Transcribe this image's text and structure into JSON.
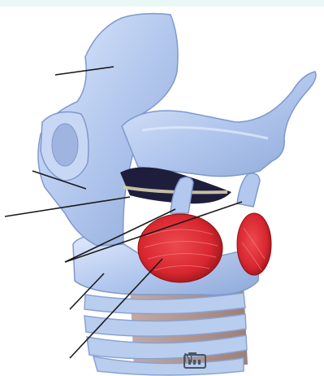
{
  "figure": {
    "subject": "larynx-lateral-view",
    "label_count": 7,
    "colors": {
      "cartilage": "#aec4ea",
      "cartilage_shadow": "#7f99cc",
      "cartilage_highlight": "#dfe9fb",
      "muscle": "#d8262f",
      "muscle_dark": "#8e1115",
      "trachea_mucosa": "#b79a94",
      "leader_line": "#1a1a1a",
      "top_band": "#eaf7f7"
    }
  },
  "watermark": {
    "icon": "camera-badge-icon",
    "text": "N"
  }
}
